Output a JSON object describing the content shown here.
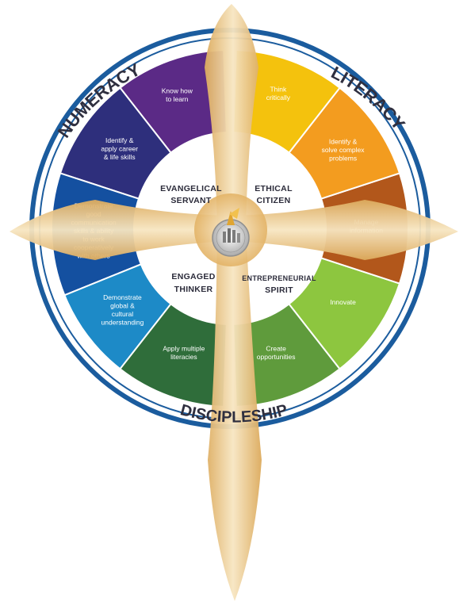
{
  "ring_labels": {
    "numeracy": "NUMERACY",
    "literacy": "LITERACY",
    "discipleship": "DISCIPLESHIP"
  },
  "quadrants": {
    "top_left": [
      "EVANGELICAL",
      "SERVANT"
    ],
    "top_right": [
      "ETHICAL",
      "CITIZEN"
    ],
    "bottom_left": [
      "ENGAGED",
      "THINKER"
    ],
    "bottom_right": [
      "ENTREPRENEURIAL",
      "SPIRIT"
    ]
  },
  "segments": [
    {
      "name": "know-how-to-learn",
      "color": "#5b2a86",
      "lines": [
        "Know how",
        "to learn"
      ]
    },
    {
      "name": "identify-career-skills",
      "color": "#2e2f7c",
      "lines": [
        "Identify &",
        "apply career",
        "& life skills"
      ]
    },
    {
      "name": "communication-skills",
      "color": "#1450a0",
      "lines": [
        "Demonstrate",
        "good",
        "communication",
        "skills & ability",
        "to work",
        "cooperatively",
        "with others"
      ]
    },
    {
      "name": "global-understanding",
      "color": "#1d8ac7",
      "lines": [
        "Demonstrate",
        "global &",
        "cultural",
        "understanding"
      ]
    },
    {
      "name": "apply-multiple-literacies",
      "color": "#2f6d3a",
      "lines": [
        "Apply multiple",
        "literacies"
      ]
    },
    {
      "name": "create-opportunities",
      "color": "#5f9b3c",
      "lines": [
        "Create",
        "opportunities"
      ]
    },
    {
      "name": "innovate",
      "color": "#8dc63f",
      "lines": [
        "Innovate"
      ]
    },
    {
      "name": "manage-information",
      "color": "#b2571b",
      "lines": [
        "Manage",
        "information"
      ]
    },
    {
      "name": "solve-complex-problems",
      "color": "#f39c1f",
      "lines": [
        "Identify &",
        "solve complex",
        "problems"
      ]
    },
    {
      "name": "think-critically",
      "color": "#f4c20d",
      "lines": [
        "Think",
        "critically"
      ]
    }
  ],
  "colors": {
    "ring": "#1b5c9e",
    "cross": "#e0b062",
    "cross_light": "#f6e2b8",
    "center_text": "#2b2b3a"
  }
}
